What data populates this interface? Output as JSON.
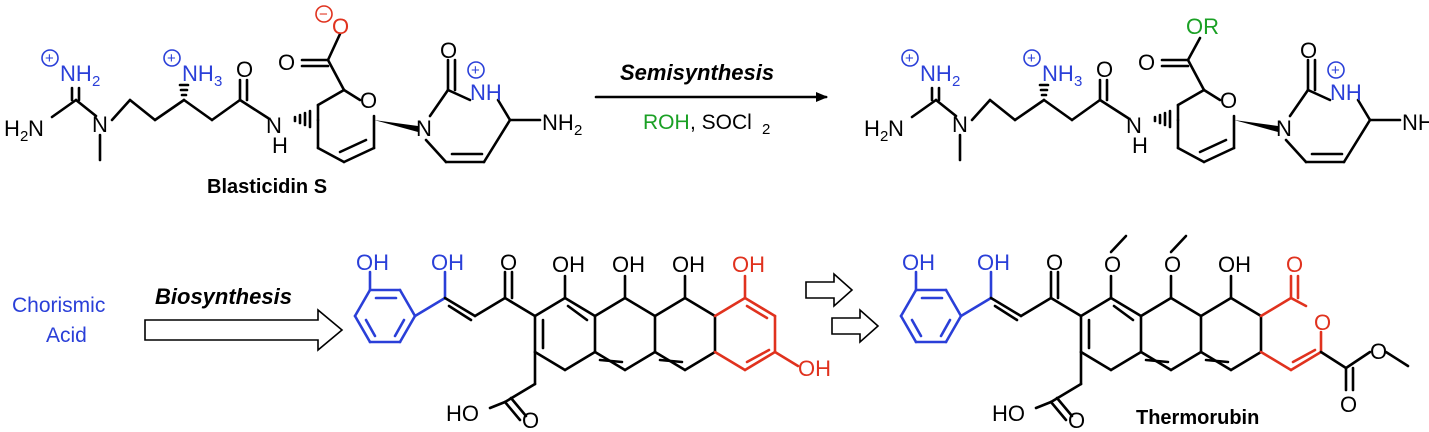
{
  "molecules": {
    "blasticidin_s": {
      "name": "Blasticidin S"
    },
    "thermorubin": {
      "name": "Thermorubin"
    },
    "chorismic_acid": {
      "line1": "Chorismic",
      "line2": "Acid"
    }
  },
  "reactions": {
    "semisynthesis": {
      "label": "Semisynthesis",
      "reagent_alcohol": "ROH",
      "reagent_rest": ", SOCl",
      "reagent_sub": "2"
    },
    "biosynthesis": {
      "label": "Biosynthesis"
    }
  },
  "atoms": {
    "nh2": "NH",
    "sub2": "2",
    "nh3": "NH",
    "sub3": "3",
    "h2n": "H",
    "h2n_n": "N",
    "n": "N",
    "nh": "NH",
    "h": "H",
    "o": "O",
    "oh": "OH",
    "ho": "HO",
    "or": "OR",
    "plus": "+",
    "minus": "−"
  },
  "colors": {
    "blue": "#2a3fd8",
    "red": "#e0321e",
    "green": "#1aa024",
    "black": "#000000"
  }
}
